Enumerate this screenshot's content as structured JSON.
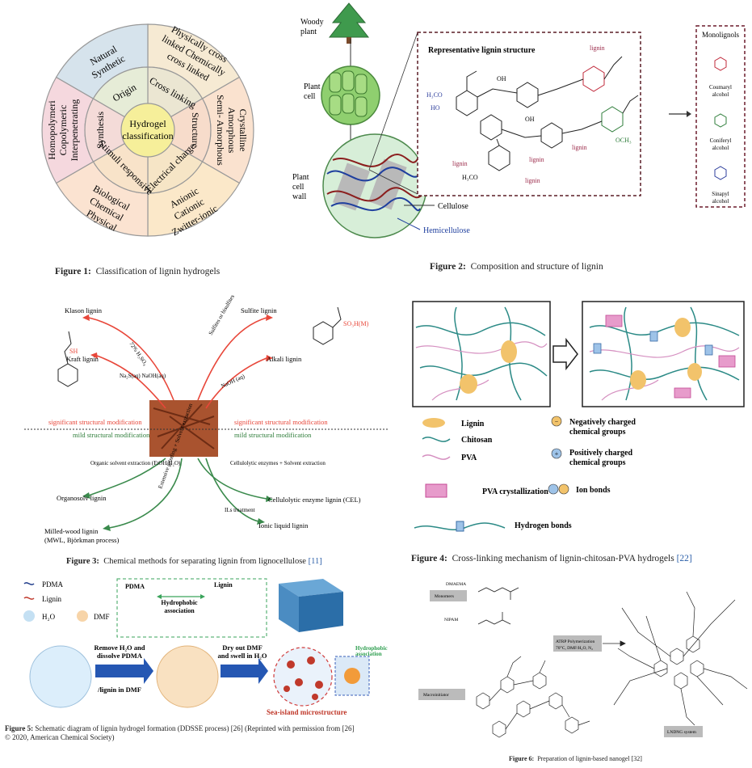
{
  "fig1": {
    "center": [
      "Hydrogel",
      "classification"
    ],
    "inner": [
      "Origin",
      "Cross linking",
      "Structure",
      "Electrical charge",
      "Stimuli responsive",
      "Synthesis"
    ],
    "outer": {
      "origin": [
        "Natural",
        "Synthetic"
      ],
      "crosslink": [
        "Physically cross",
        "linked Chemically",
        "cross linked"
      ],
      "structure": [
        "Crystalline",
        "Amorphous",
        "Semi- Amorphous"
      ],
      "charge": [
        "Anionic",
        "Cationic",
        "Zwitter-ionic"
      ],
      "stimuli": [
        "Biological",
        "Chemical",
        "Physical"
      ],
      "synthesis": [
        "Homopolymeri",
        "Copolymeric",
        "Interpenetrating"
      ]
    },
    "caption": {
      "num": "Figure 1:",
      "text": "Classification of lignin hydrogels"
    }
  },
  "fig2": {
    "labels": {
      "woody": [
        "Woody",
        "plant"
      ],
      "cell": [
        "Plant",
        "cell"
      ],
      "wall": [
        "Plant",
        "cell",
        "wall"
      ],
      "cellulose": "Cellulose",
      "hemicellulose": "Hemicellulose"
    },
    "box_title": "Representative lignin structure",
    "lignin": "lignin",
    "groups": [
      "H₃CO",
      "HO",
      "OH",
      "OCH₃",
      "H₃CO",
      "OH"
    ],
    "monolignols": {
      "title": "Monolignols",
      "items": [
        [
          "Coumaryl",
          "alcohol"
        ],
        [
          "Coniferyl",
          "alcohol"
        ],
        [
          "Sinapyl",
          "alcohol"
        ]
      ]
    },
    "caption": {
      "num": "Figure 2:",
      "text": "Composition and structure of lignin"
    }
  },
  "fig3": {
    "top": [
      "Klason lignin",
      "Kraft lignin",
      "Sulfite lignin",
      "Alkali lignin"
    ],
    "reagents": [
      "72% H₂SO₄",
      "Na₂S(aq) NaOH(aq)",
      "Sulfites or bisulfites",
      "NaOH (aq)"
    ],
    "sig_left": "significant structural modification",
    "mild_left": "mild structural modification",
    "sig_right": "significant structural modification",
    "mild_right": "mild structural modification",
    "bottom": [
      "Organosolv lignin",
      "Milled-wood lignin",
      "(MWL, Björkman process)",
      "Cellulolytic enzyme lignin (CEL)",
      "Ionic liquid lignin"
    ],
    "process": [
      "Organic solvent extraction (EtOH/H₂O)",
      "Extensive grinding + Solvent extraction",
      "Cellulolytic enzymes + Solvent extraction",
      "ILs treatment"
    ],
    "sh": "SH",
    "so3h": "SO₃H(M)",
    "caption": {
      "num": "Figure 3:",
      "text": "Chemical methods for separating lignin from lignocellulose",
      "ref": "[11]"
    }
  },
  "fig4": {
    "legend": [
      "Lignin",
      "Chitosan",
      "PVA",
      "PVA crystallization",
      "Hydrogen bonds"
    ],
    "charges": [
      "Negatively charged",
      "chemical groups",
      "Positively charged",
      "chemical groups",
      "Ion bonds"
    ],
    "caption": {
      "num": "Figure 4:",
      "text": "Cross-linking mechanism of lignin-chitosan-PVA hydrogels",
      "ref": "[22]"
    }
  },
  "fig5": {
    "legend": [
      "PDMA",
      "Lignin",
      "H₂O",
      "DMF"
    ],
    "inset": [
      "PDMA",
      "Lignin",
      "Hydrophobic",
      "association"
    ],
    "steps": [
      "Remove H₂O and",
      "dissolve PDMA",
      "/lignin in DMF",
      "Dry out DMF",
      "and swell in H₂O"
    ],
    "hydrophobic": [
      "Hydrophobic",
      "association"
    ],
    "sea": "Sea-island microstructure",
    "caption": {
      "num": "Figure 5:",
      "text": "Schematic diagram of lignin hydrogel formation (DDSSE process)",
      "ref1": "[26]",
      "text2": "(Reprinted with permission from",
      "ref2": "[26]",
      "line2": "© 2020, American Chemical Society)"
    }
  },
  "fig6": {
    "labels": [
      "DMAEMA",
      "Monomers",
      "NIPAM",
      "ATRP Polymerization",
      "70°C, DMF/H₂O, N₂",
      "Macroinitiator",
      "LNDNG system"
    ],
    "caption": {
      "num": "Figure 6:",
      "text": "Preparation of lignin-based nanogel",
      "ref": "[32]"
    }
  }
}
